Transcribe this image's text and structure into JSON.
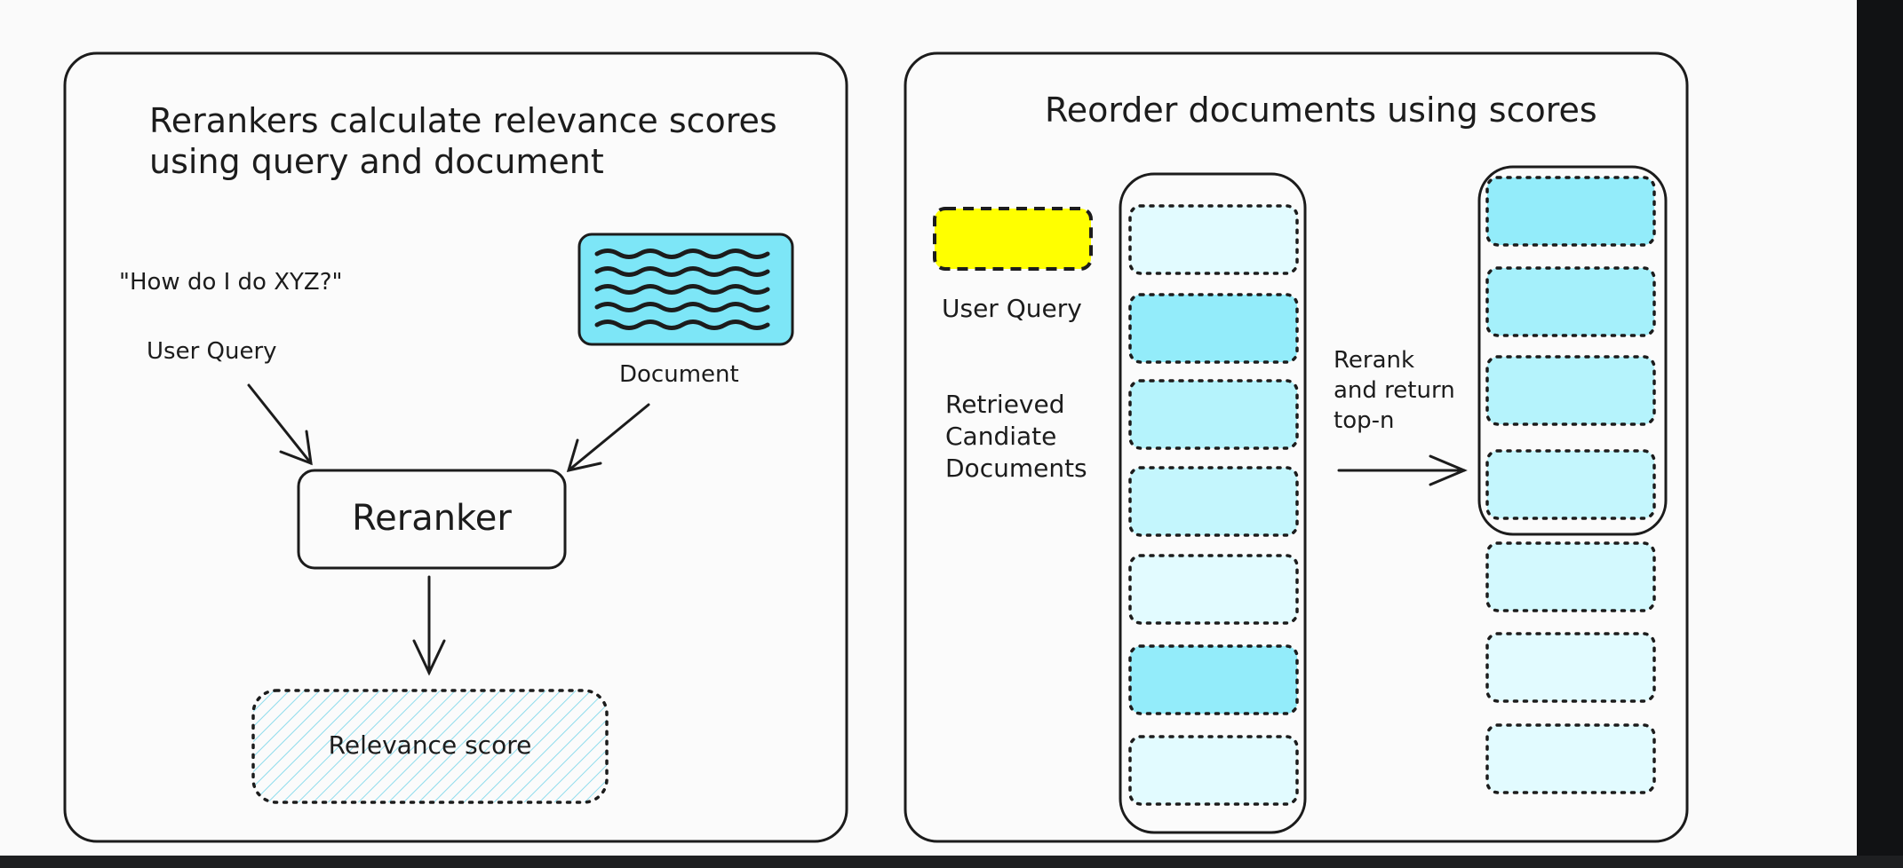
{
  "left_panel": {
    "title_line1": "Rerankers calculate relevance scores",
    "title_line2": "using query and document",
    "query_text": "\"How do I do XYZ?\"",
    "user_query_label": "User Query",
    "document_label": "Document",
    "reranker_label": "Reranker",
    "score_label": "Relevance score"
  },
  "right_panel": {
    "title": "Reorder documents using scores",
    "user_query_label": "User Query",
    "retrieved_line1": "Retrieved",
    "retrieved_line2": "Candiate",
    "retrieved_line3": "Documents",
    "rerank_line1": "Rerank",
    "rerank_line2": "and return",
    "rerank_line3": "top-n"
  },
  "colors": {
    "query_fill": "#ffff00",
    "document_fill": "#7de6f7",
    "score_hatch": "#8fdcec",
    "doc_light": "#e2fbff",
    "doc_mid": "#b5f3fc",
    "doc_strong": "#93ecfa"
  }
}
